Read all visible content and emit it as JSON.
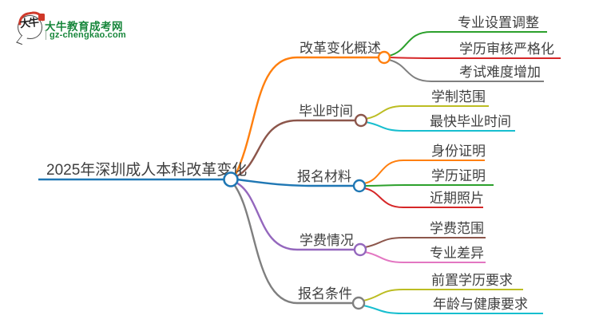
{
  "logo": {
    "bubble_chars": "大牛",
    "title": "大牛教育成考网",
    "url": "gz-chengkao.com",
    "brand_green": "#17863b",
    "seal_red": "#d03a2b"
  },
  "mindmap": {
    "root": {
      "label": "2025年深圳成人本科改革变化",
      "color": "#1f77b4"
    },
    "branches": [
      {
        "label": "改革变化概述",
        "color": "#ff7f0e",
        "children": [
          {
            "label": "专业设置调整",
            "color": "#2ca02c"
          },
          {
            "label": "学历审核严格化",
            "color": "#d62728"
          },
          {
            "label": "考试难度增加",
            "color": "#7f7f7f"
          }
        ]
      },
      {
        "label": "毕业时间",
        "color": "#8c564b",
        "children": [
          {
            "label": "学制范围",
            "color": "#bcbd22"
          },
          {
            "label": "最快毕业时间",
            "color": "#17becf"
          }
        ]
      },
      {
        "label": "报名材料",
        "color": "#1f77b4",
        "children": [
          {
            "label": "身份证明",
            "color": "#ff7f0e"
          },
          {
            "label": "学历证明",
            "color": "#2ca02c"
          },
          {
            "label": "近期照片",
            "color": "#d62728"
          }
        ]
      },
      {
        "label": "学费情况",
        "color": "#9467bd",
        "children": [
          {
            "label": "学费范围",
            "color": "#8c564b"
          },
          {
            "label": "专业差异",
            "color": "#e377c2"
          }
        ]
      },
      {
        "label": "报名条件",
        "color": "#7f7f7f",
        "children": [
          {
            "label": "前置学历要求",
            "color": "#bcbd22"
          },
          {
            "label": "年龄与健康要求",
            "color": "#17becf"
          }
        ]
      }
    ]
  }
}
